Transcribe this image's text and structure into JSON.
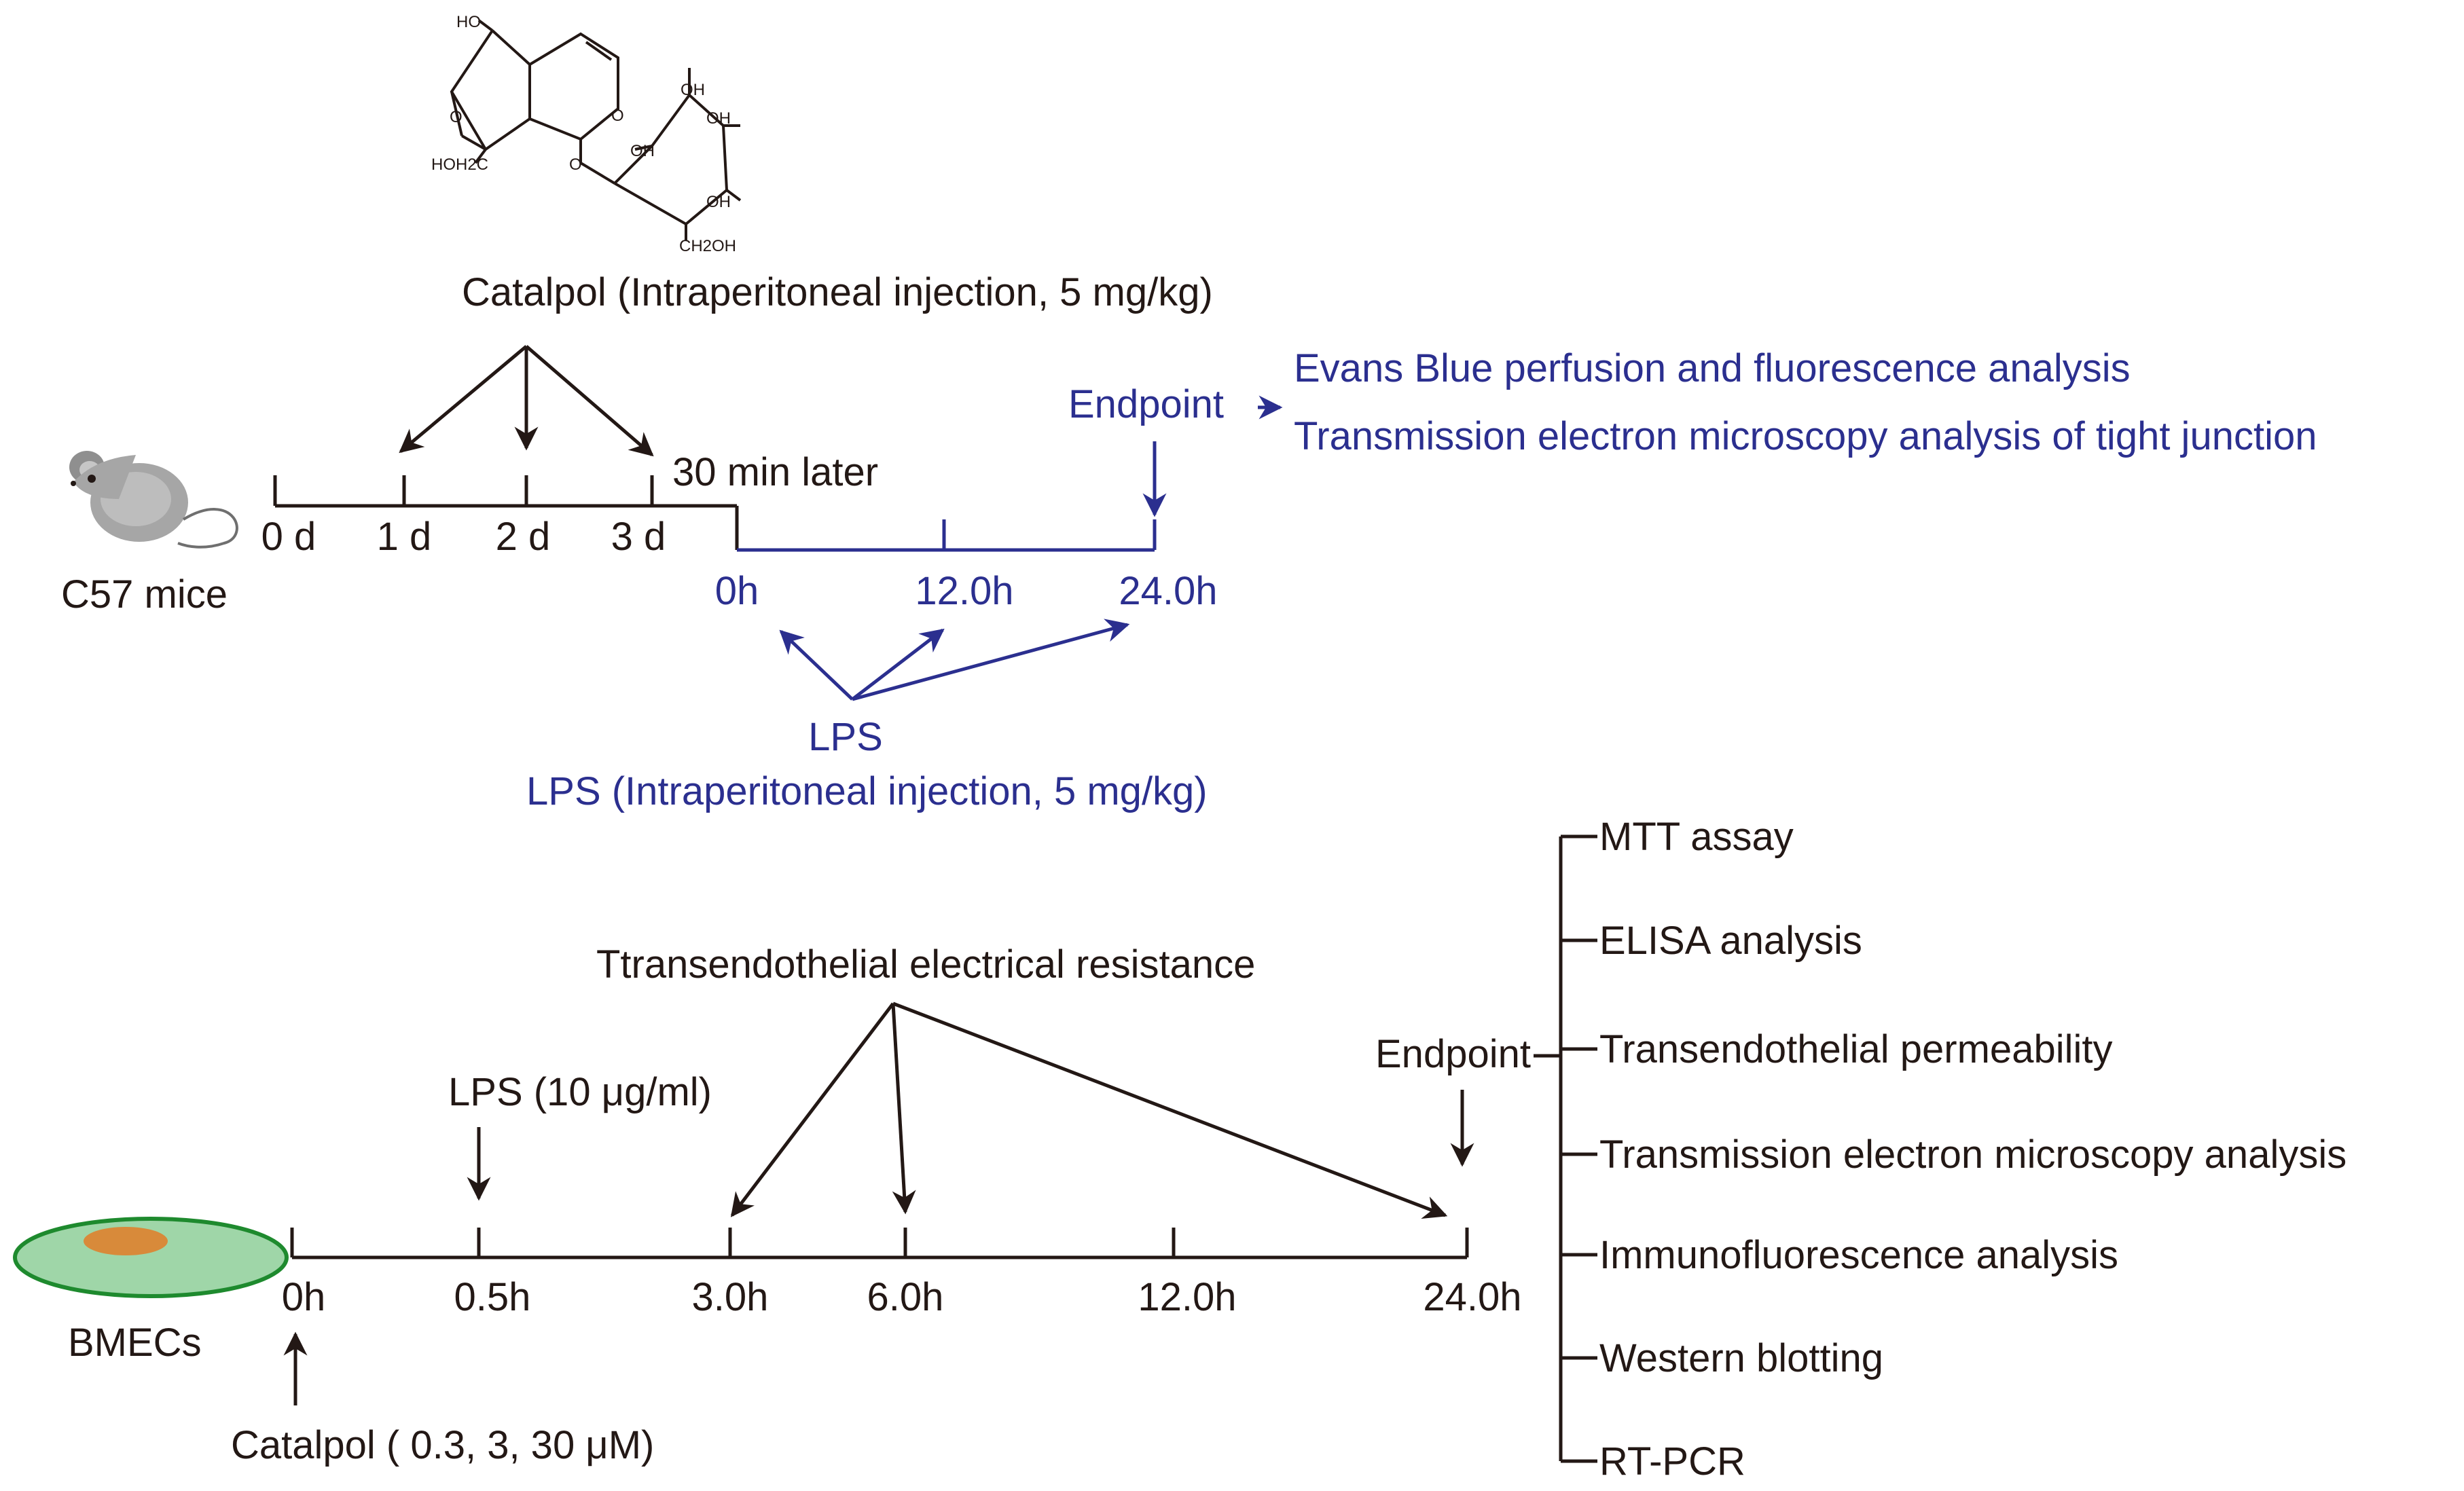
{
  "colors": {
    "dark": "#231815",
    "blue": "#2b2f8f",
    "cell_fill": "#9fd6a8",
    "cell_border": "#1e8a2e",
    "nucleus": "#d88a3a",
    "mouse_body": "#a6a6a6"
  },
  "molecule": {
    "labels": [
      "HO",
      "O",
      "O",
      "O",
      "OH",
      "OH",
      "OH",
      "OH",
      "HOH2C",
      "CH2OH"
    ]
  },
  "mouse_experiment": {
    "catalpol_label": "Catalpol (Intraperitoneal injection, 5 mg/kg)",
    "subject_label": "C57 mice",
    "day_ticks": [
      "0 d",
      "1 d",
      "2 d",
      "3 d"
    ],
    "delay_label": "30 min later",
    "hour_ticks": [
      "0h",
      "12.0h",
      "24.0h"
    ],
    "endpoint_label": "Endpoint",
    "endpoint_results": [
      "Evans Blue perfusion and fluorescence analysis",
      "Transmission electron microscopy analysis of tight junction"
    ],
    "lps_short": "LPS",
    "lps_label": "LPS (Intraperitoneal injection, 5 mg/kg)"
  },
  "cell_experiment": {
    "subject_label": "BMECs",
    "hour_ticks": [
      "0h",
      "0.5h",
      "3.0h",
      "6.0h",
      "12.0h",
      "24.0h"
    ],
    "lps_label": "LPS (10 μg/ml)",
    "teer_label": "Ttransendothelial electrical resistance",
    "endpoint_label": "Endpoint",
    "catalpol_label": "Catalpol ( 0.3, 3, 30 μM)",
    "assays": [
      "MTT assay",
      "ELISA analysis",
      "Transendothelial permeability",
      "Transmission electron microscopy analysis",
      "Immunofluorescence analysis",
      "Western blotting",
      "RT-PCR"
    ]
  }
}
